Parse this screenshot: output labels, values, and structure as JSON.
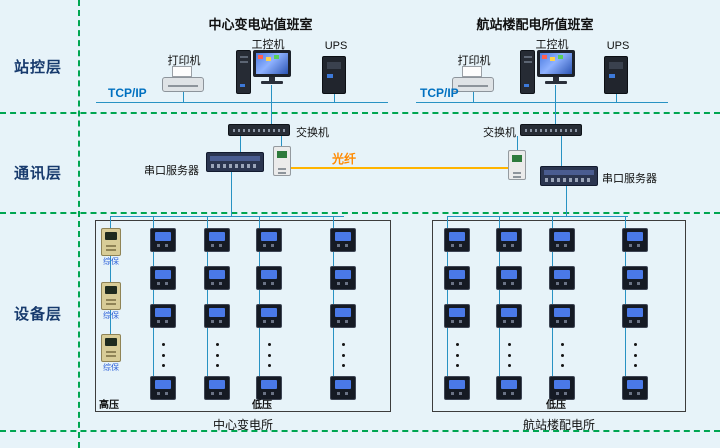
{
  "layers": {
    "station": "站控层",
    "comm": "通讯层",
    "device": "设备层"
  },
  "fiber_label": "光纤",
  "left": {
    "room_title": "中心变电站值班室",
    "printer_label": "打印机",
    "pc_label": "工控机",
    "ups_label": "UPS",
    "tcpip_label": "TCP/IP",
    "switch_label": "交换机",
    "serial_server_label": "串口服务器",
    "relay_label": "综保",
    "hv_label": "高压",
    "lv_label": "低压",
    "substation_name": "中心变电所"
  },
  "right": {
    "room_title": "航站楼配电所值班室",
    "printer_label": "打印机",
    "pc_label": "工控机",
    "ups_label": "UPS",
    "tcpip_label": "TCP/IP",
    "switch_label": "交换机",
    "serial_server_label": "串口服务器",
    "lv_label": "低压",
    "substation_name": "航站楼配电所"
  },
  "colors": {
    "background": "#e7f3f9",
    "divider_green": "#00a651",
    "line_teal": "#2892c3",
    "fiber_orange": "#ffb400",
    "tcpip_blue": "#0070c0",
    "layer_label_navy": "#173a6d"
  }
}
